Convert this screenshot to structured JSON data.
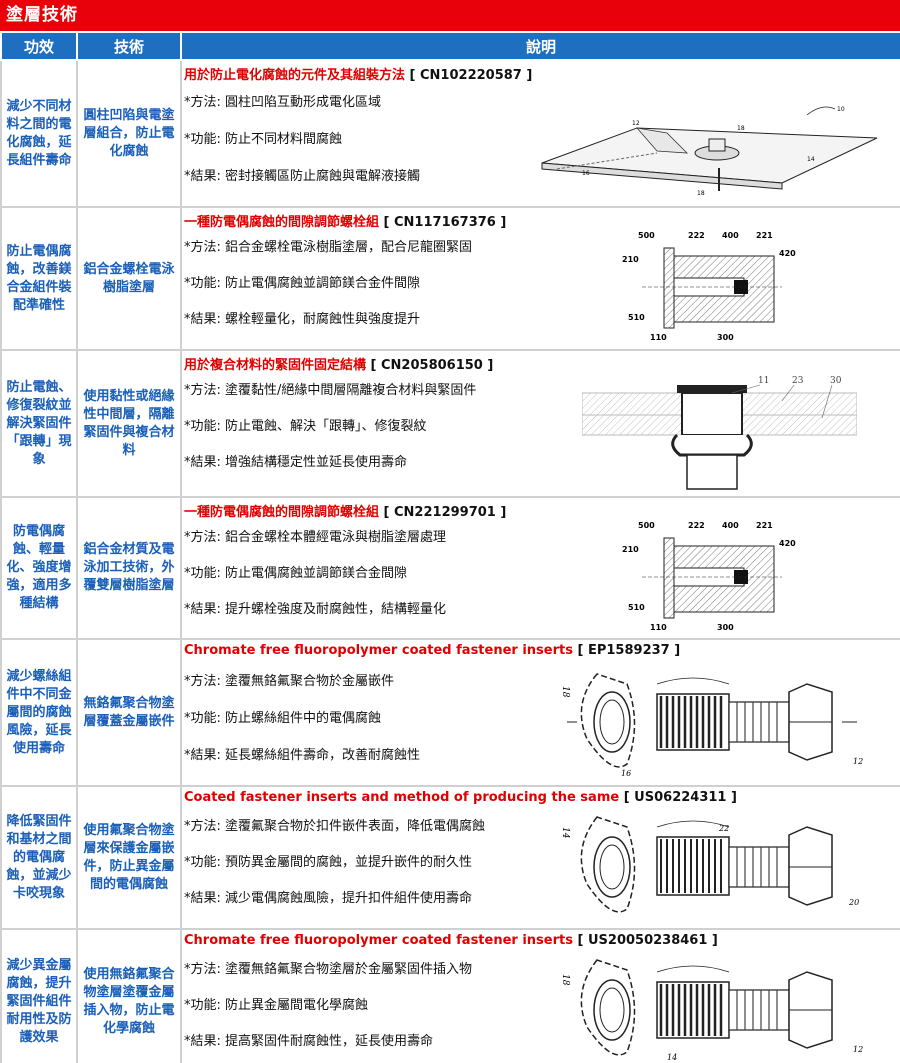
{
  "page_title": "塗層技術",
  "headers": {
    "effect": "功效",
    "technique": "技術",
    "description": "說明"
  },
  "rows": [
    {
      "effect": "減少不同材料之間的電化腐蝕，延長組件壽命",
      "technique": "圓柱凹陷與電塗層組合，防止電化腐蝕",
      "title": "用於防止電化腐蝕的元件及其組裝方法",
      "patent": "[ CN102220587 ]",
      "method": "*方法: 圓柱凹陷互動形成電化區域",
      "function": "*功能: 防止不同材料間腐蝕",
      "result": "*結果: 密封接觸區防止腐蝕與電解液接觸",
      "fig_labels": [
        "12",
        "18",
        "16",
        "14",
        "18",
        "10"
      ]
    },
    {
      "effect": "防止電偶腐蝕，改善鎂合金組件裝配準確性",
      "technique": "鋁合金螺栓電泳樹脂塗層",
      "title": "一種防電偶腐蝕的間隙調節螺栓組",
      "patent": "[ CN117167376 ]",
      "method": "*方法: 鋁合金螺栓電泳樹脂塗層，配合尼龍圈緊固",
      "function": "*功能: 防止電偶腐蝕並調節鎂合金件間隙",
      "result": "*結果: 螺栓輕量化，耐腐蝕性與強度提升",
      "fig_labels": [
        "500",
        "222",
        "400",
        "221",
        "210",
        "420",
        "510",
        "110",
        "300"
      ]
    },
    {
      "effect": "防止電蝕、修復裂紋並解決緊固件「跟轉」現象",
      "technique": "使用黏性或絕緣性中間層，隔離緊固件與複合材料",
      "title": "用於複合材料的緊固件固定結構",
      "patent": "[ CN205806150 ]",
      "method": "*方法: 塗覆黏性/絕緣中間層隔離複合材料與緊固件",
      "function": "*功能: 防止電蝕、解決「跟轉」、修復裂紋",
      "result": "*結果: 增強結構穩定性並延長使用壽命",
      "fig_labels": [
        "11",
        "23",
        "30"
      ]
    },
    {
      "effect": "防電偶腐蝕、輕量化、強度增強，適用多種結構",
      "technique": "鋁合金材質及電泳加工技術，外覆雙層樹脂塗層",
      "title": "一種防電偶腐蝕的間隙調節螺栓組",
      "patent": "[ CN221299701 ]",
      "method": "*方法: 鋁合金螺栓本體經電泳與樹脂塗層處理",
      "function": "*功能: 防止電偶腐蝕並調節鎂合金間隙",
      "result": "*結果: 提升螺栓強度及耐腐蝕性，結構輕量化",
      "fig_labels": [
        "500",
        "222",
        "400",
        "221",
        "210",
        "420",
        "510",
        "110",
        "300"
      ]
    },
    {
      "effect": "減少螺絲組件中不同金屬間的腐蝕風險，延長使用壽命",
      "technique": "無鉻氟聚合物塗層覆蓋金屬嵌件",
      "title": "Chromate free fluoropolymer coated fastener inserts",
      "patent": "[ EP1589237 ]",
      "method": "*方法: 塗覆無鉻氟聚合物於金屬嵌件",
      "function": "*功能: 防止螺絲組件中的電偶腐蝕",
      "result": "*結果: 延長螺絲組件壽命，改善耐腐蝕性",
      "fig_labels": [
        "18",
        "16",
        "12"
      ]
    },
    {
      "effect": "降低緊固件和基材之間的電偶腐蝕，並減少卡咬現象",
      "technique": "使用氟聚合物塗層來保護金屬嵌件，防止異金屬間的電偶腐蝕",
      "title": "Coated fastener inserts and method of producing the same",
      "patent": "[ US06224311 ]",
      "method": "*方法: 塗覆氟聚合物於扣件嵌件表面，降低電偶腐蝕",
      "function": "*功能: 預防異金屬間的腐蝕，並提升嵌件的耐久性",
      "result": "*結果: 減少電偶腐蝕風險，提升扣件組件使用壽命",
      "fig_labels": [
        "14",
        "22",
        "20"
      ]
    },
    {
      "effect": "減少異金屬腐蝕，提升緊固件組件耐用性及防護效果",
      "technique": "使用無鉻氟聚合物塗層塗覆金屬插入物，防止電化學腐蝕",
      "title": "Chromate free fluoropolymer coated fastener inserts",
      "patent": "[ US20050238461 ]",
      "method": "*方法: 塗覆無鉻氟聚合物塗層於金屬緊固件插入物",
      "function": "*功能: 防止異金屬間電化學腐蝕",
      "result": "*結果: 提高緊固件耐腐蝕性，延長使用壽命",
      "fig_labels": [
        "18",
        "12",
        "14"
      ]
    }
  ]
}
